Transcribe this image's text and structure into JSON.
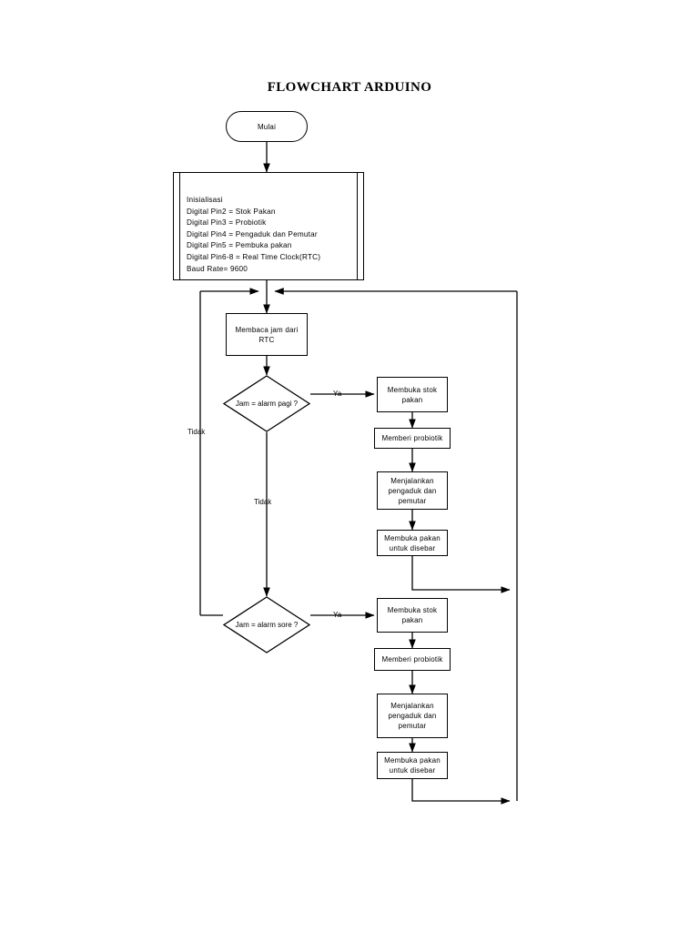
{
  "page": {
    "title": "FLOWCHART ARDUINO",
    "background": "#ffffff",
    "line_color": "#000000",
    "text_color": "#000000"
  },
  "nodes": {
    "start": {
      "label": "Mulai",
      "shape": "terminator"
    },
    "init": {
      "heading": "Inisialisasi",
      "lines": [
        "Digital Pin2 = Stok Pakan",
        "Digital Pin3 = Probiotik",
        "Digital Pin4 = Pengaduk dan Pemutar",
        "Digital Pin5 = Pembuka pakan",
        "Digital Pin6-8 = Real Time Clock(RTC)",
        "Baud Rate= 9600"
      ],
      "shape": "predefined-process"
    },
    "read_rtc": {
      "label": "Membaca jam dari RTC",
      "shape": "process"
    },
    "decision_morning": {
      "label": "Jam = alarm pagi ?",
      "shape": "decision"
    },
    "decision_evening": {
      "label": "Jam = alarm sore ?",
      "shape": "decision"
    },
    "morning": {
      "step1": {
        "label": "Membuka stok pakan",
        "shape": "process"
      },
      "step2": {
        "label": "Memberi probiotik",
        "shape": "process"
      },
      "step3": {
        "label": "Menjalankan pengaduk dan pemutar",
        "shape": "process"
      },
      "step4": {
        "label": "Membuka pakan untuk disebar",
        "shape": "process"
      }
    },
    "evening": {
      "step1": {
        "label": "Membuka stok pakan",
        "shape": "process"
      },
      "step2": {
        "label": "Memberi probiotik",
        "shape": "process"
      },
      "step3": {
        "label": "Menjalankan pengaduk dan pemutar",
        "shape": "process"
      },
      "step4": {
        "label": "Membuka pakan untuk disebar",
        "shape": "process"
      }
    }
  },
  "edge_labels": {
    "morning_yes": "Ya",
    "morning_no": "Tidak",
    "evening_yes": "Ya",
    "evening_no": "Tidak"
  }
}
